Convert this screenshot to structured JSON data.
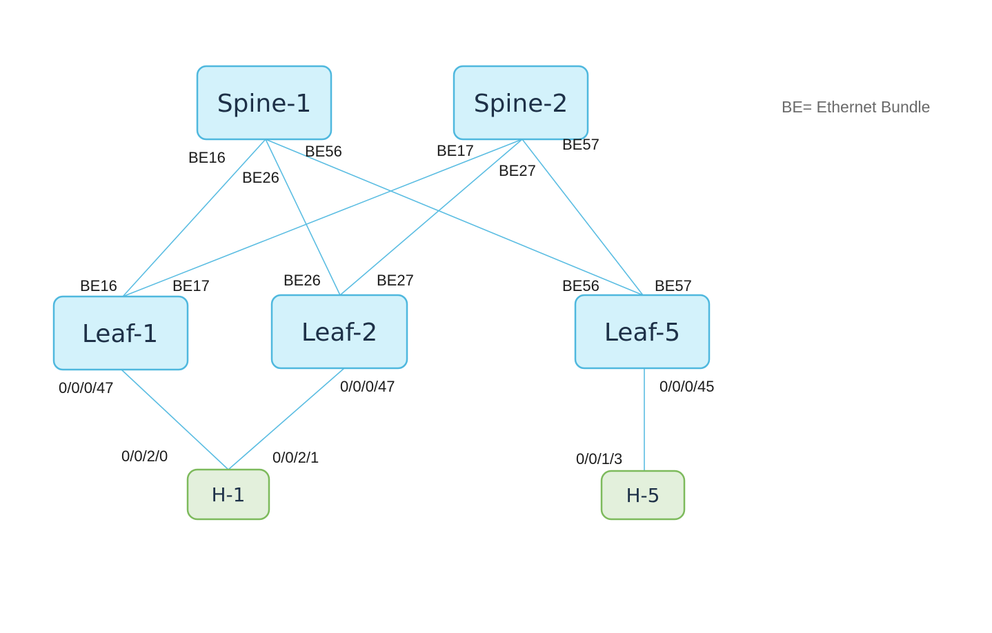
{
  "legend": "BE= Ethernet Bundle",
  "colors": {
    "link": "#5bbde2",
    "switch_fill": "#d3f2fb",
    "switch_border": "#4fb8de",
    "host_fill": "#e3f0dc",
    "host_border": "#7dba5c",
    "node_text": "#1e3148"
  },
  "nodes": {
    "spine1": {
      "label": "Spine-1",
      "kind": "switch"
    },
    "spine2": {
      "label": "Spine-2",
      "kind": "switch"
    },
    "leaf1": {
      "label": "Leaf-1",
      "kind": "switch"
    },
    "leaf2": {
      "label": "Leaf-2",
      "kind": "switch"
    },
    "leaf5": {
      "label": "Leaf-5",
      "kind": "switch"
    },
    "h1": {
      "label": "H-1",
      "kind": "host"
    },
    "h5": {
      "label": "H-5",
      "kind": "host"
    }
  },
  "links": [
    {
      "from": "spine1",
      "to": "leaf1",
      "from_port": "BE16",
      "to_port": "BE16"
    },
    {
      "from": "spine1",
      "to": "leaf2",
      "from_port": "BE26",
      "to_port": "BE26"
    },
    {
      "from": "spine1",
      "to": "leaf5",
      "from_port": "BE56",
      "to_port": "BE56"
    },
    {
      "from": "spine2",
      "to": "leaf1",
      "from_port": "BE17",
      "to_port": "BE17"
    },
    {
      "from": "spine2",
      "to": "leaf2",
      "from_port": "BE27",
      "to_port": "BE27"
    },
    {
      "from": "spine2",
      "to": "leaf5",
      "from_port": "BE57",
      "to_port": "BE57"
    },
    {
      "from": "leaf1",
      "to": "h1",
      "from_port": "0/0/0/47",
      "to_port": "0/0/2/0"
    },
    {
      "from": "leaf2",
      "to": "h1",
      "from_port": "0/0/0/47",
      "to_port": "0/0/2/1"
    },
    {
      "from": "leaf5",
      "to": "h5",
      "from_port": "0/0/0/45",
      "to_port": "0/0/1/3"
    }
  ]
}
